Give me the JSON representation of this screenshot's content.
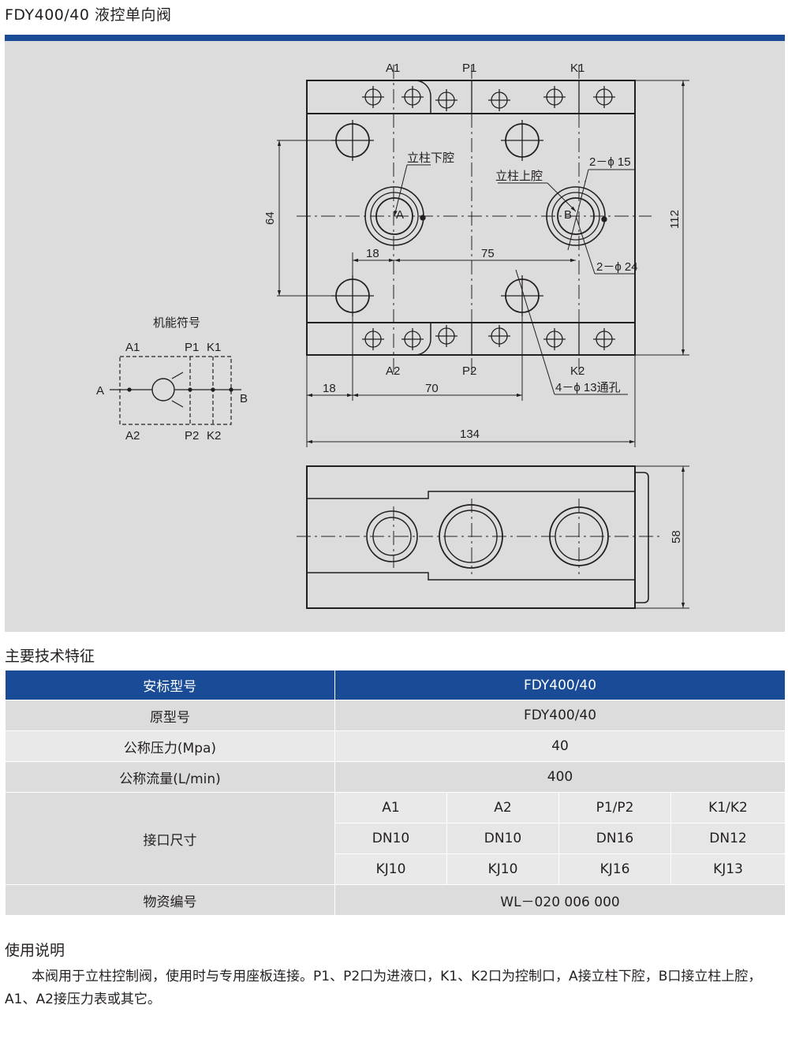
{
  "header": {
    "title": "FDY400/40 液控单向阀"
  },
  "drawing": {
    "top_labels": [
      "A1",
      "P1",
      "K1"
    ],
    "bottom_labels": [
      "A2",
      "P2",
      "K2"
    ],
    "callouts": {
      "lower_cavity": "立柱下腔",
      "upper_cavity": "立柱上腔",
      "hole15": "2－ϕ 15",
      "hole24": "2－ϕ 24",
      "through_holes": "4－ϕ 13通孔",
      "port_a": "A",
      "port_b": "B"
    },
    "dimensions": {
      "d64": "64",
      "d112": "112",
      "d18_inner": "18",
      "d75": "75",
      "d18_outer": "18",
      "d70": "70",
      "d134": "134",
      "d58": "58"
    },
    "symbol": {
      "title": "机能符号",
      "labels_top": [
        "A1",
        "P1",
        "K1"
      ],
      "labels_bottom": [
        "A2",
        "P2",
        "K2"
      ],
      "label_left": "A",
      "label_right": "B"
    }
  },
  "specs": {
    "section_title": "主要技术特征",
    "header": {
      "label": "安标型号",
      "value": "FDY400/40"
    },
    "rows": [
      {
        "label": "原型号",
        "value": "FDY400/40"
      },
      {
        "label": "公称压力(Mpa)",
        "value": "40"
      },
      {
        "label": "公称流量(L/min)",
        "value": "400"
      }
    ],
    "ports": {
      "label": "接口尺寸",
      "columns": [
        "A1",
        "A2",
        "P1/P2",
        "K1/K2"
      ],
      "dn": [
        "DN10",
        "DN10",
        "DN16",
        "DN12"
      ],
      "kj": [
        "KJ10",
        "KJ10",
        "KJ16",
        "KJ13"
      ]
    },
    "material": {
      "label": "物资编号",
      "value": "WL－020 006 000"
    }
  },
  "usage": {
    "section_title": "使用说明",
    "text": "本阀用于立柱控制阀，使用时与专用座板连接。P1、P2口为进液口，K1、K2口为控制口，A接立柱下腔，B口接立柱上腔，A1、A2接压力表或其它。"
  }
}
